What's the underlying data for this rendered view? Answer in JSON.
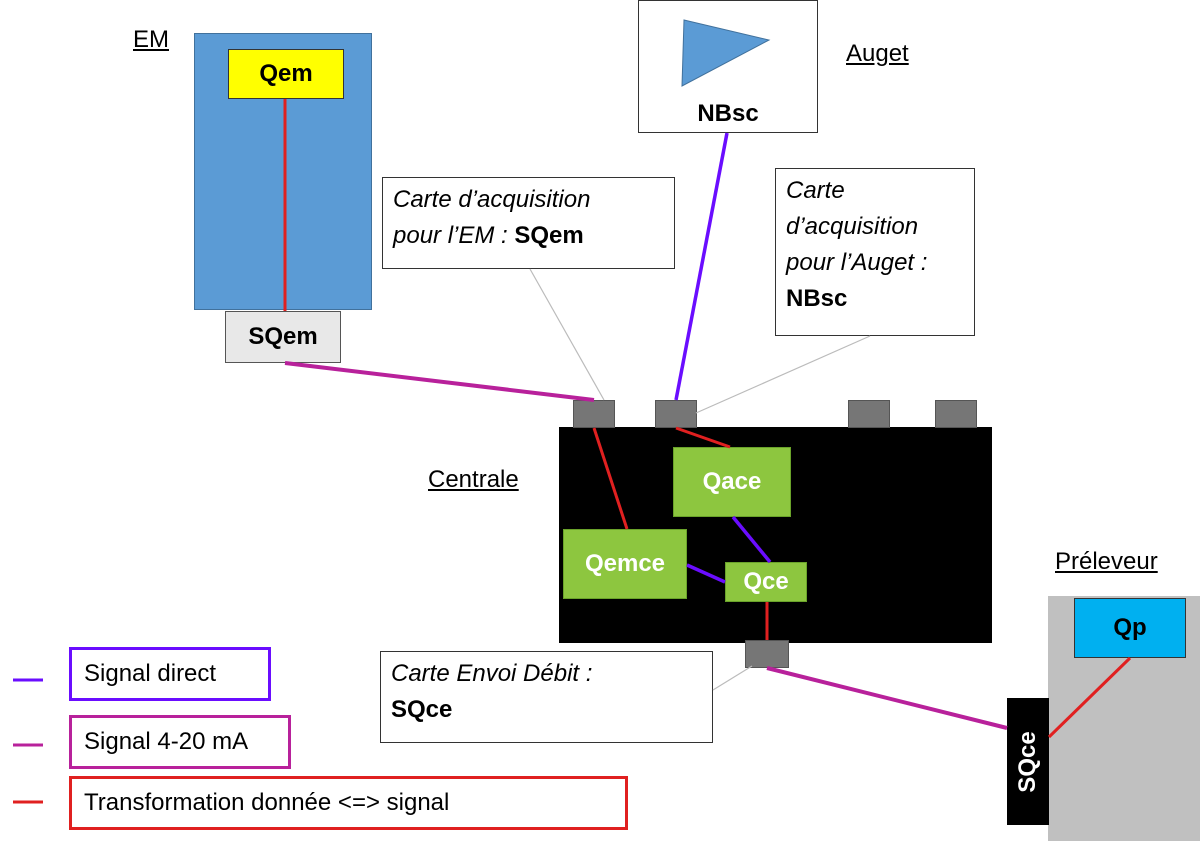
{
  "em": {
    "title": "EM",
    "sensor": "Qem",
    "card": "SQem"
  },
  "auget": {
    "title": "Auget",
    "sensor": "NBsc"
  },
  "centrale": {
    "title": "Centrale",
    "nodes": {
      "qace": "Qace",
      "qemce": "Qemce",
      "qce": "Qce"
    }
  },
  "preleveur": {
    "title": "Préleveur",
    "sensor": "Qp",
    "card": "SQce"
  },
  "callouts": {
    "em_card": {
      "italic1": "Carte d’acquisition",
      "italic2": "pour l’EM : ",
      "bold": "SQem"
    },
    "auget_card": {
      "italic1": "Carte",
      "italic2": "d’acquisition",
      "italic3": "pour l’Auget :",
      "bold": "NBsc"
    },
    "envoi_card": {
      "italic1": "Carte Envoi Débit :",
      "bold": "SQce"
    }
  },
  "legend": [
    {
      "label": "Signal direct",
      "color": "#6a0dff"
    },
    {
      "label": "Signal 4-20 mA",
      "color": "#b8219b"
    },
    {
      "label": "Transformation donnée <=> signal",
      "color": "#e02020"
    }
  ],
  "colors": {
    "em_bg": "#5b9bd5",
    "yellow": "#ffff00",
    "green": "#8dc63f",
    "cyan": "#00b0f0",
    "grey": "#c0c0c0",
    "black": "#000000"
  }
}
